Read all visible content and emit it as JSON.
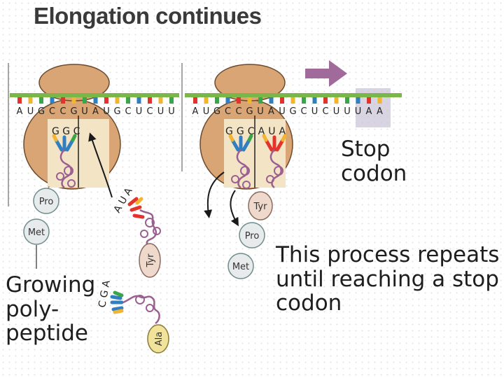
{
  "title": "Elongation continues",
  "left_panel": {
    "mrna_letters": [
      "A",
      "U",
      "G",
      "C",
      "C",
      "G",
      "U",
      "A",
      "U",
      "G",
      "C",
      "U",
      "C",
      "U",
      "U"
    ],
    "trna_p_anticodon": "G G C",
    "incoming_trna_anticodon": "A U A",
    "waiting_trna_anticodon": "C G A",
    "amino_acids": {
      "pro": "Pro",
      "met": "Met",
      "tyr": "Tyr",
      "ala": "Ala"
    }
  },
  "right_panel": {
    "mrna_letters": [
      "A",
      "U",
      "G",
      "C",
      "C",
      "G",
      "U",
      "A",
      "U",
      "G",
      "C",
      "U",
      "C",
      "U",
      "U",
      "U",
      "A",
      "A"
    ],
    "trna_anticodons": "G G C A U A",
    "amino_acids": {
      "tyr": "Tyr",
      "pro": "Pro",
      "met": "Met"
    }
  },
  "labels": {
    "growing_polypeptide": [
      "Growing",
      "poly-",
      "peptide"
    ],
    "stop_codon": [
      "Stop",
      "codon"
    ],
    "process_repeats": [
      "This process repeats",
      "until reaching a stop",
      "codon"
    ]
  },
  "colors": {
    "ribosome": "#d9a574",
    "ribosome_edge": "#6b4a2e",
    "mrna_backbone": "#7ab648",
    "trna": "#9b5f92",
    "arrow": "#a06a9a",
    "stop_highlight": "#c9c2d6",
    "amino_acid_fill": "#e7ebeb"
  }
}
